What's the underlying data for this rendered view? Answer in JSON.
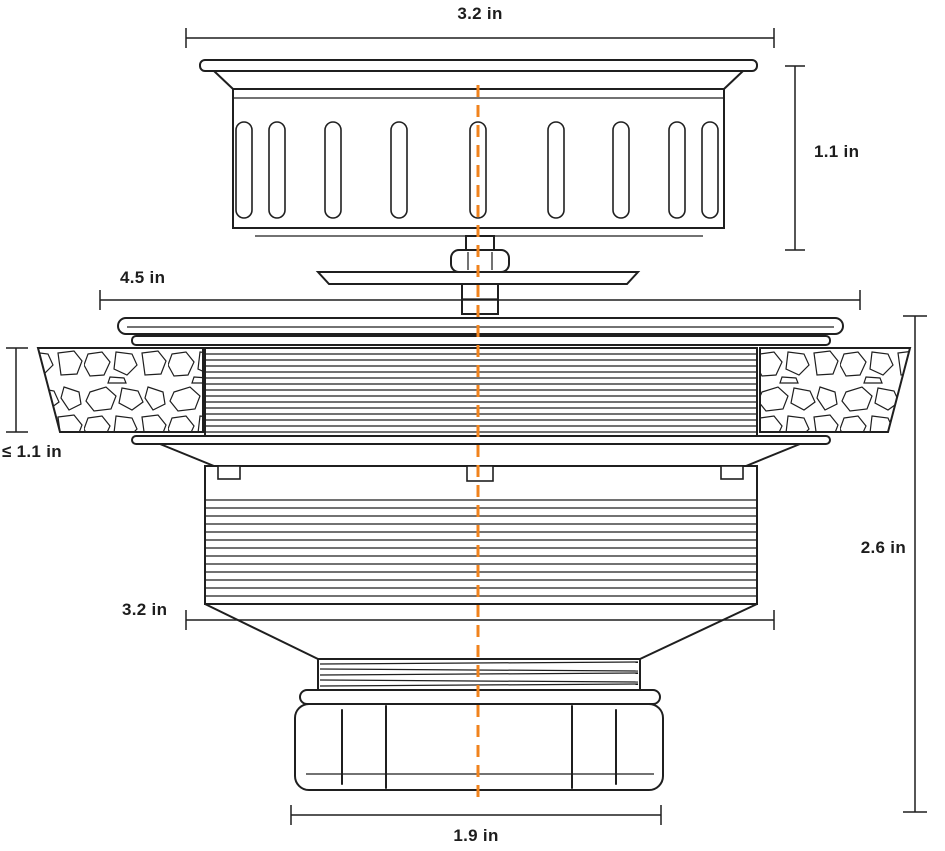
{
  "title": "Sink drain strainer assembly dimension diagram",
  "colors": {
    "line": "#1f1f1f",
    "centerline": "#f0831e"
  },
  "dimensions": {
    "top_width": "3.2 in",
    "basket_height": "1.1 in",
    "flange_width": "4.5 in",
    "deck_thickness": "≤ 1.1 in",
    "body_height": "2.6 in",
    "thread_width": "3.2 in",
    "nut_width": "1.9 in"
  }
}
